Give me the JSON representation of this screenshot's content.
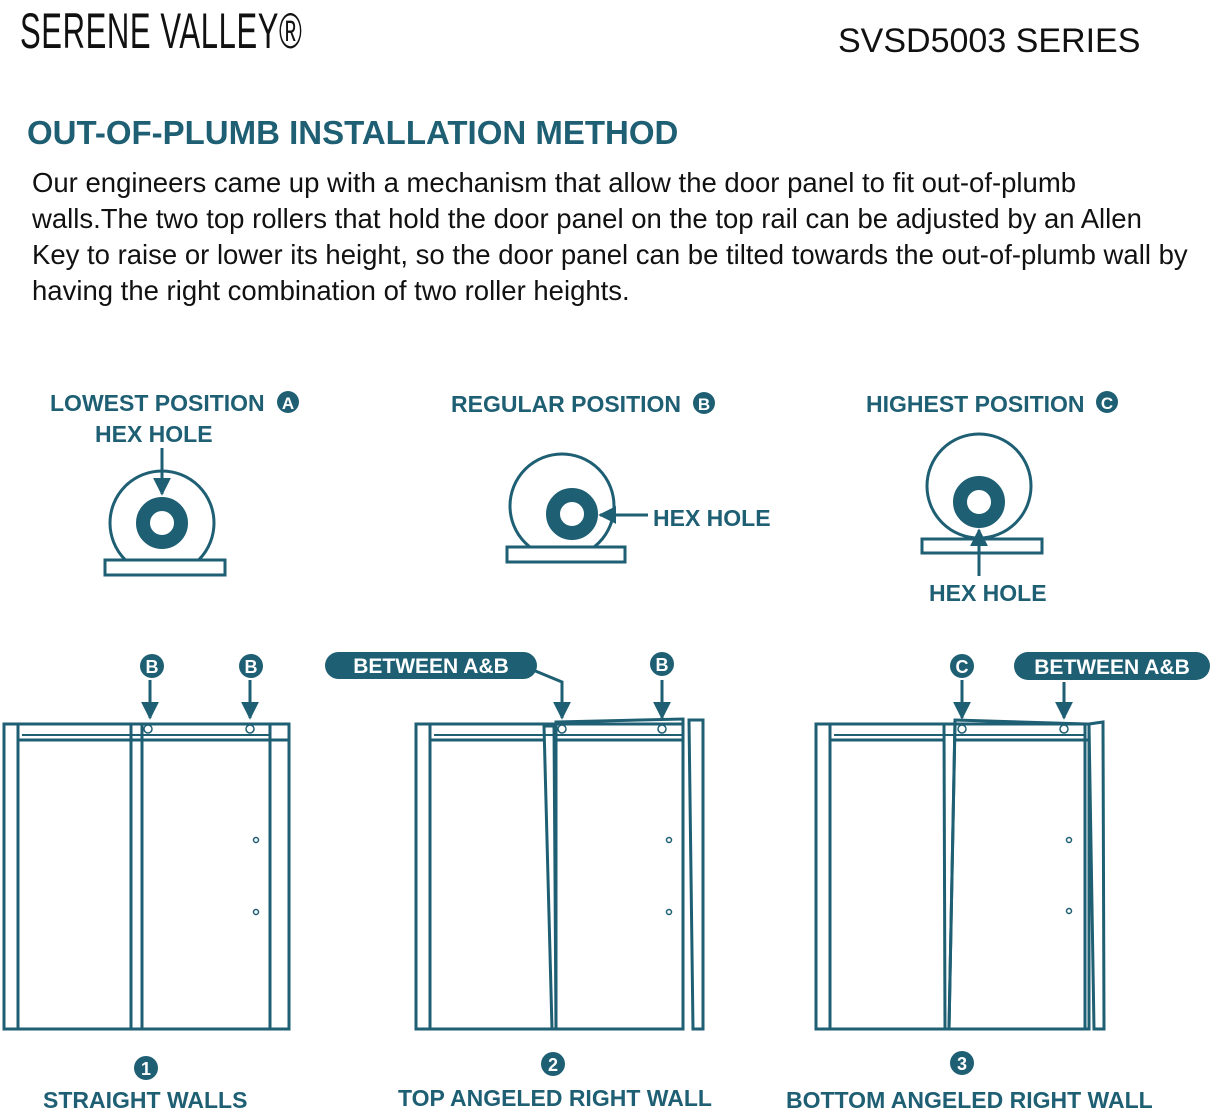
{
  "header": {
    "brand": "SERENE VALLEY®",
    "series": "SVSD5003 SERIES"
  },
  "section": {
    "title": "OUT-OF-PLUMB INSTALLATION METHOD",
    "description": "Our engineers came up with a mechanism that allow the door panel to fit out-of-plumb walls.The two top rollers that hold the door panel on the top rail can be adjusted by an Allen Key to raise or lower its height, so the door panel can be tilted towards the out-of-plumb wall by having the right combination of two roller heights."
  },
  "positions": [
    {
      "label": "LOWEST POSITION",
      "badge": "A",
      "hex_label": "HEX HOLE"
    },
    {
      "label": "REGULAR POSITION",
      "badge": "B",
      "hex_label": "HEX HOLE"
    },
    {
      "label": "HIGHEST POSITION",
      "badge": "C",
      "hex_label": "HEX HOLE"
    }
  ],
  "configurations": [
    {
      "number": "1",
      "caption": "STRAIGHT WALLS",
      "left_roller": "B",
      "right_roller": "B"
    },
    {
      "number": "2",
      "caption": "TOP ANGELED RIGHT WALL",
      "left_roller": "BETWEEN A&B",
      "right_roller": "B"
    },
    {
      "number": "3",
      "caption": "BOTTOM ANGELED RIGHT WALL",
      "left_roller": "C",
      "right_roller": "BETWEEN A&B"
    }
  ],
  "colors": {
    "accent": "#1e5f73",
    "text": "#111111",
    "background": "#ffffff"
  }
}
